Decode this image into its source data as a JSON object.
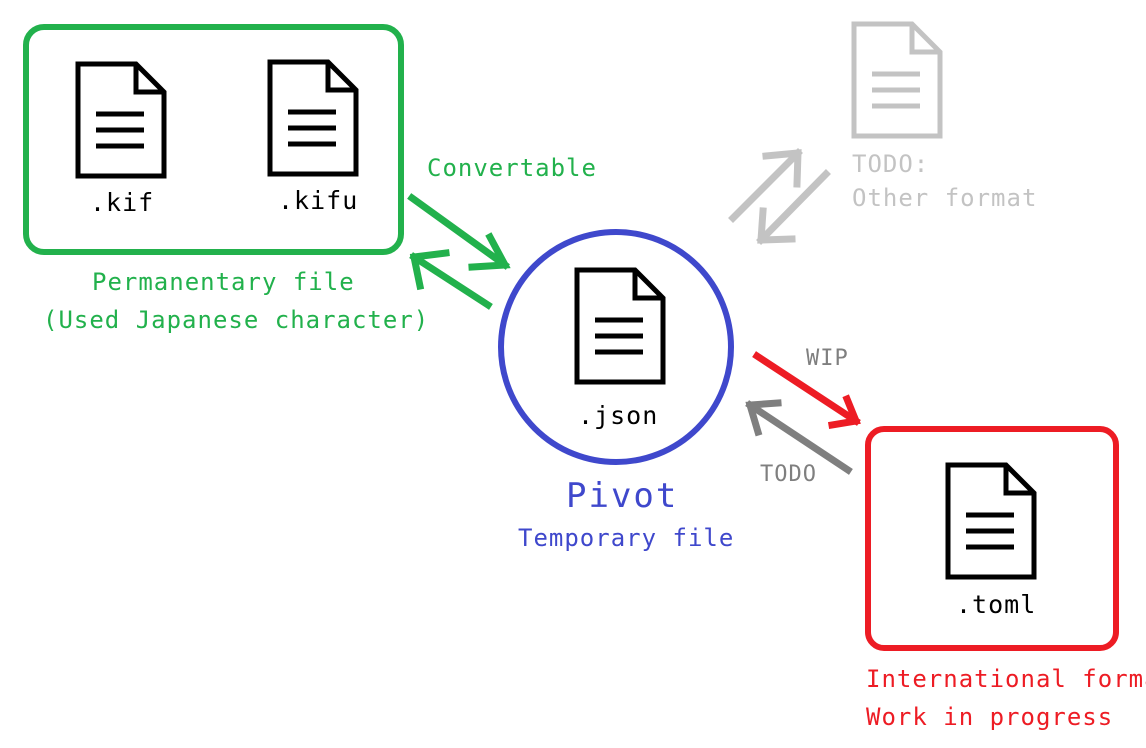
{
  "files": {
    "kif": ".kif",
    "kifu": ".kifu",
    "json": ".json",
    "toml": ".toml"
  },
  "labels": {
    "convertable": "Convertable",
    "permanent_line1": "Permanentary file",
    "permanent_line2": "(Used Japanese character)",
    "pivot": "Pivot",
    "temporary": "Temporary file",
    "todo_other_line1": "TODO:",
    "todo_other_line2": "Other format",
    "wip": "WIP",
    "todo": "TODO",
    "international_line1": "International format",
    "international_line2": "Work in progress"
  },
  "colors": {
    "green": "#22b14c",
    "blue": "#3f48cc",
    "red": "#ed1c24",
    "grey": "#7f7f7f",
    "lightgrey": "#c3c3c3",
    "black": "#000000"
  },
  "icons": [
    "document-icon"
  ]
}
